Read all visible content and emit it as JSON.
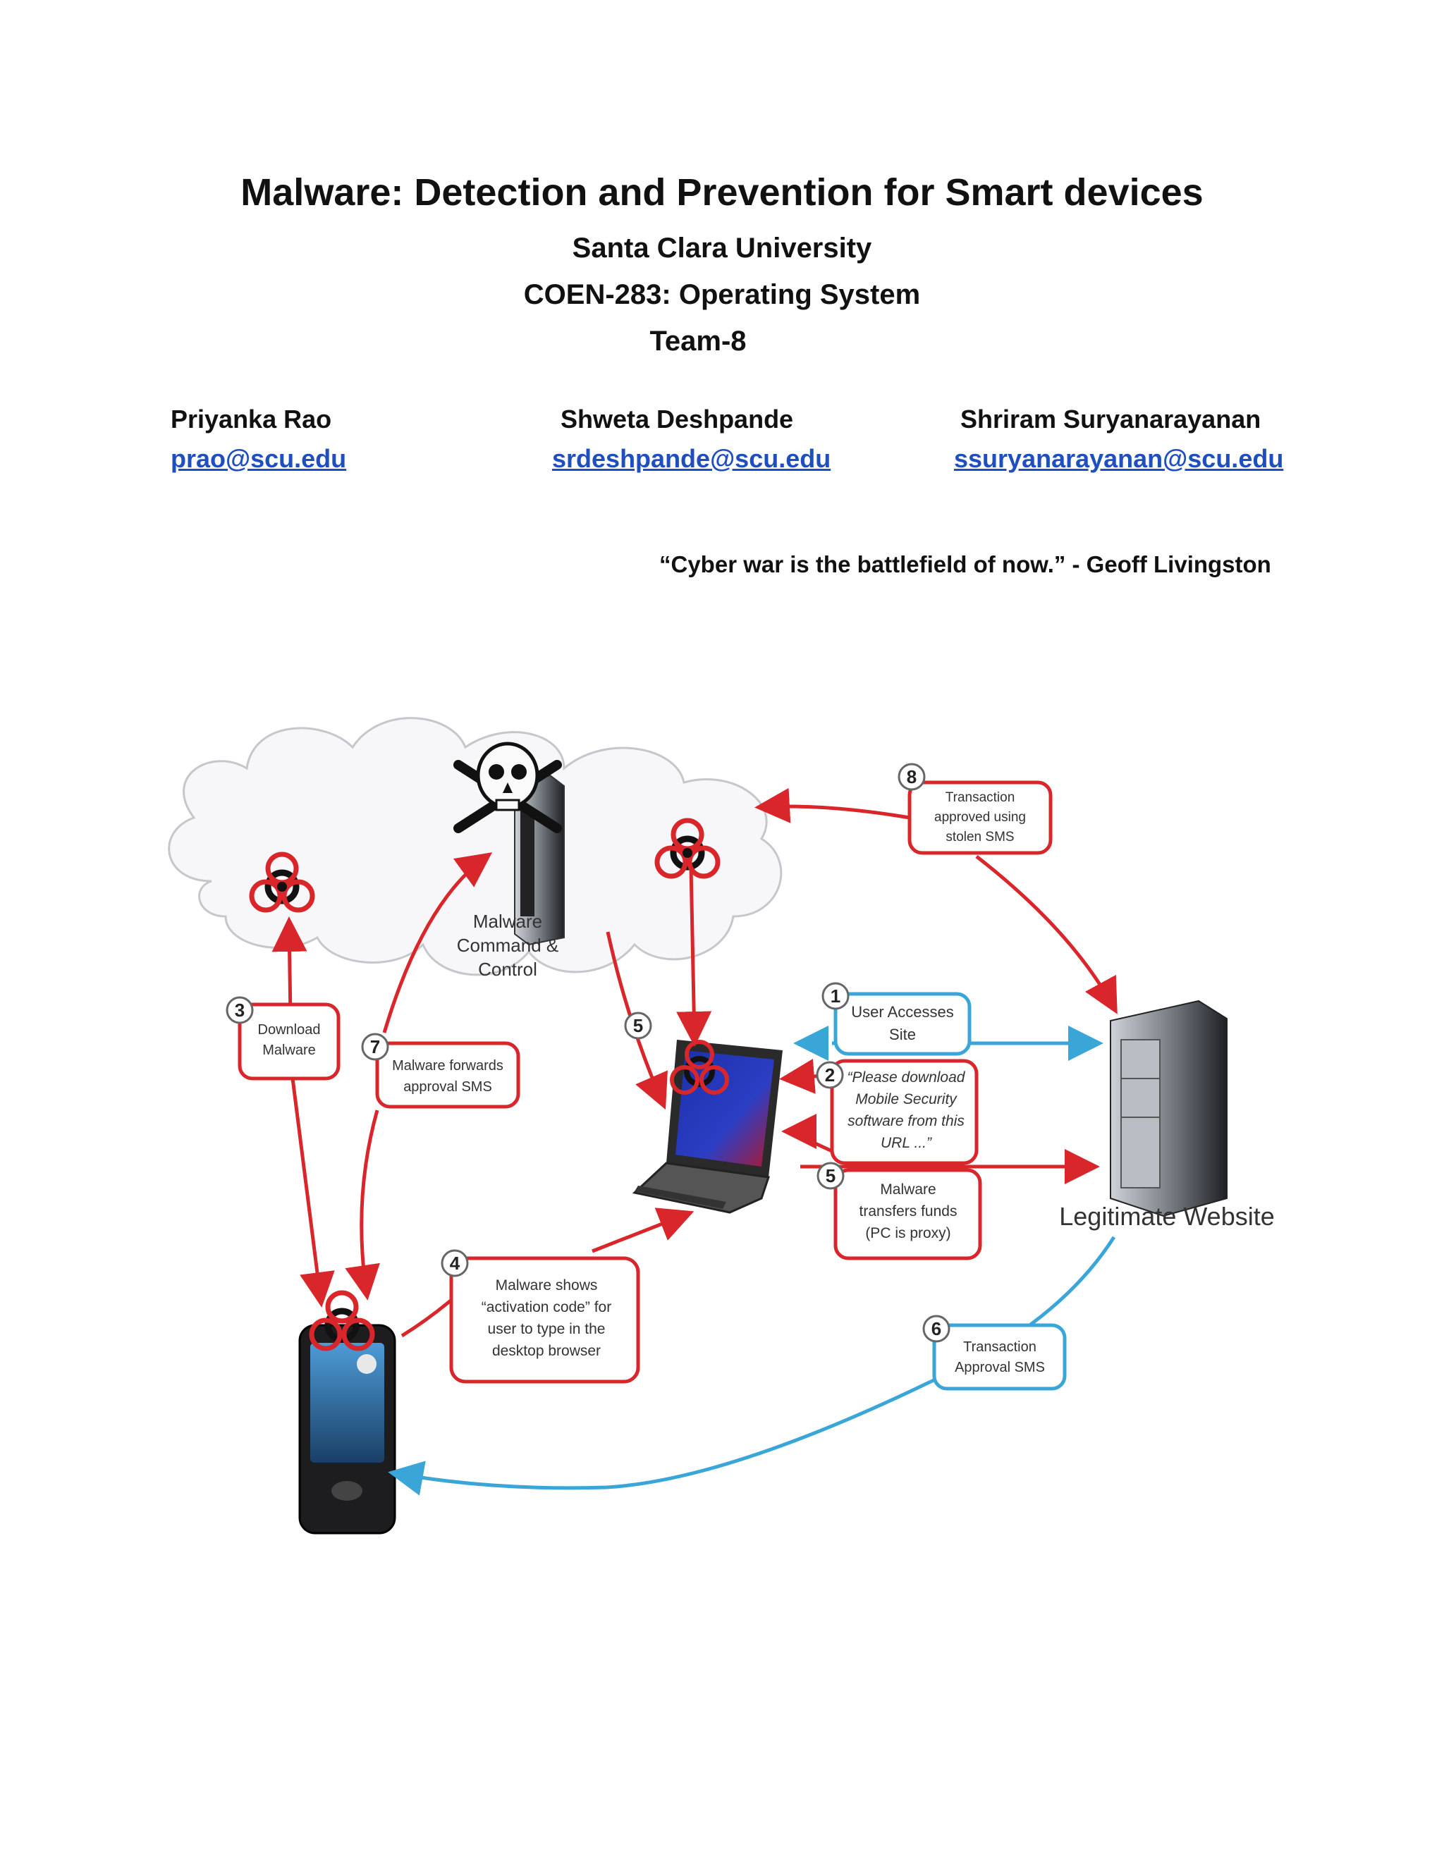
{
  "header": {
    "title": "Malware: Detection and Prevention for Smart devices",
    "university": "Santa Clara University",
    "course": "COEN-283: Operating System",
    "team": "Team-8"
  },
  "authors": [
    {
      "name": "Priyanka Rao",
      "email": "prao@scu.edu"
    },
    {
      "name": "Shweta Deshpande",
      "email": "srdeshpande@scu.edu"
    },
    {
      "name": "Shriram Suryanarayanan",
      "email": "ssuryanarayanan@scu.edu"
    }
  ],
  "quote": "“Cyber war is the battlefield of now.” - Geoff Livingston",
  "figure": {
    "server_label": [
      "Malware",
      "Command &",
      "Control"
    ],
    "website_label": "Legitimate Website",
    "steps": {
      "s1": {
        "num": "1",
        "lines": [
          "User Accesses",
          "Site"
        ]
      },
      "s2": {
        "num": "2",
        "lines": [
          "“Please download",
          "Mobile Security",
          "software from this",
          "URL ...”"
        ]
      },
      "s3": {
        "num": "3",
        "lines": [
          "Download",
          "Malware"
        ]
      },
      "s4": {
        "num": "4",
        "lines": [
          "Malware shows",
          "“activation code” for",
          "user to type in the",
          "desktop browser"
        ]
      },
      "s5a": {
        "num": "5"
      },
      "s5b": {
        "num": "5",
        "lines": [
          "Malware",
          "transfers funds",
          "(PC is proxy)"
        ]
      },
      "s6": {
        "num": "6",
        "lines": [
          "Transaction",
          "Approval SMS"
        ]
      },
      "s7": {
        "num": "7",
        "lines": [
          "Malware forwards",
          "approval SMS"
        ]
      },
      "s8": {
        "num": "8",
        "lines": [
          "Transaction",
          "approved using",
          "stolen SMS"
        ]
      }
    },
    "colors": {
      "threat": "#d9262b",
      "legit": "#3aa6d8",
      "bubble_border": "#d9262b"
    }
  }
}
